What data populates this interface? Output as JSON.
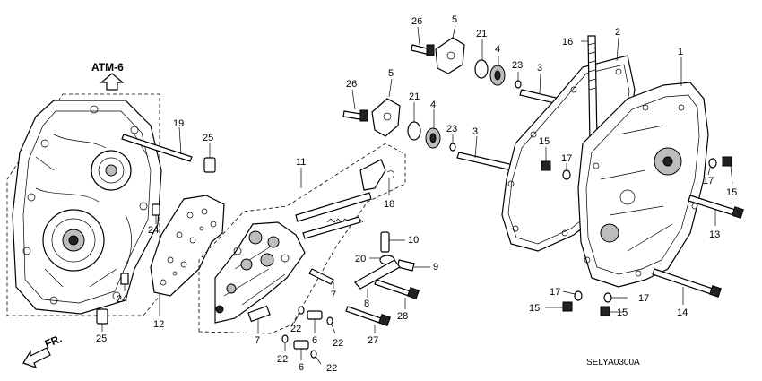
{
  "diagram": {
    "ref_label": "ATM-6",
    "direction_label": "FR.",
    "code": "SELYA0300A",
    "callouts": {
      "c1": "1",
      "c2": "2",
      "c3a": "3",
      "c3b": "3",
      "c4a": "4",
      "c4b": "4",
      "c5a": "5",
      "c5b": "5",
      "c6a": "6",
      "c6b": "6",
      "c7a": "7",
      "c7b": "7",
      "c8": "8",
      "c9": "9",
      "c10": "10",
      "c11": "11",
      "c12": "12",
      "c13": "13",
      "c14": "14",
      "c15a": "15",
      "c15b": "15",
      "c15c": "15",
      "c15d": "15",
      "c16": "16",
      "c17a": "17",
      "c17b": "17",
      "c17c": "17",
      "c17d": "17",
      "c18": "18",
      "c19": "19",
      "c20": "20",
      "c21a": "21",
      "c21b": "21",
      "c22a": "22",
      "c22b": "22",
      "c22c": "22",
      "c22d": "22",
      "c23a": "23",
      "c23b": "23",
      "c24a": "24",
      "c24b": "24",
      "c25a": "25",
      "c25b": "25",
      "c26a": "26",
      "c26b": "26",
      "c27": "27",
      "c28": "28"
    }
  }
}
